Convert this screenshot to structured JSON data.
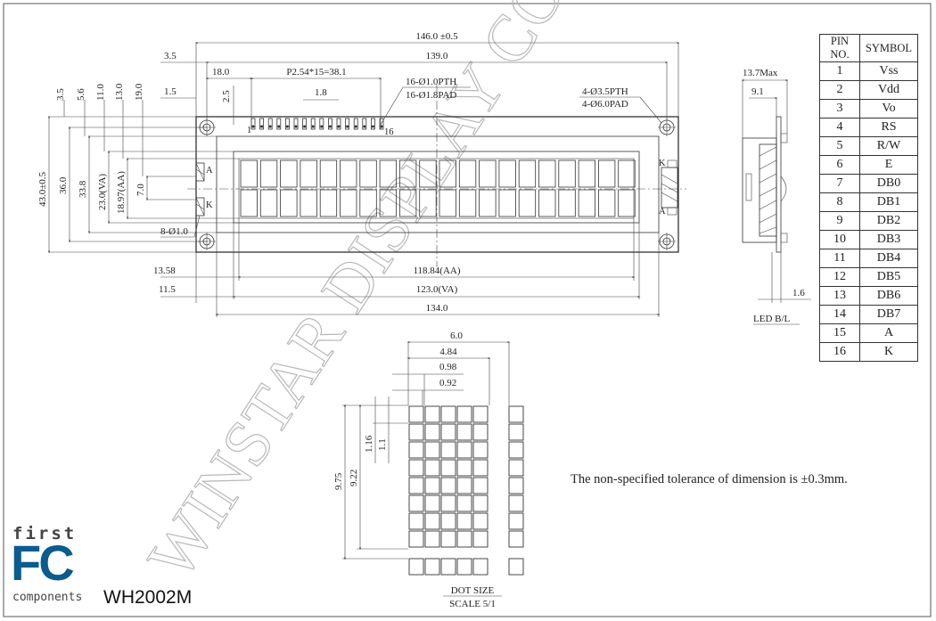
{
  "model": "WH2002M",
  "logo": {
    "line1": "first",
    "line2": "FC",
    "line3": "components",
    "brand_color": "#0b5b8f"
  },
  "watermark": "WINSTAR DISPLAY CO., LTD",
  "tolerance_note": "The non-specified tolerance of dimension is  ±0.3mm.",
  "front_view": {
    "dims": {
      "overall_width": "146.0 ±0.5",
      "mounting_width": "139.0",
      "left_offset": "3.5",
      "pin_offset": "18.0",
      "pin_pitch": "P2.54*15=38.1",
      "hole_offset": "1.5",
      "pin_row_h": "2.5",
      "pin_pad": "1.8",
      "pth": "16-Ø1.0PTH",
      "pad": "16-Ø1.8PAD",
      "pin_first": "1",
      "pin_last": "16",
      "mount_pth": "4-Ø3.5PTH",
      "mount_pad": "4-Ø6.0PAD",
      "v_3_5": "3.5",
      "v_5_6": "5.6",
      "v_11_0": "11.0",
      "v_13_0": "13.0",
      "v_19_0": "19.0",
      "overall_height": "43.0±0.5",
      "h_36": "36.0",
      "h_33_8": "33.8",
      "h_va": "23.0(VA)",
      "h_aa": "18.97(AA)",
      "h_7": "7.0",
      "led_holes": "8-Ø1.0",
      "aa_offset": "13.58",
      "va_offset": "11.5",
      "aa_width": "118.84(AA)",
      "va_width": "123.0(VA)",
      "bezel_width": "134.0",
      "label_a": "A",
      "label_k": "K"
    }
  },
  "side_view": {
    "max_thickness": "13.7Max",
    "pcb_offset": "9.1",
    "pcb_thick": "1.6",
    "led_label": "LED B/L"
  },
  "dot_detail": {
    "char_w": "6.0",
    "dots_w": "4.84",
    "dot_pitch": "0.98",
    "dot_w": "0.92",
    "char_h": "9.75",
    "dots_h": "9.22",
    "dot_pitch_v": "1.16",
    "dot_h": "1.1",
    "caption1": "DOT SIZE",
    "caption2": "SCALE 5/1"
  },
  "pin_table": {
    "headers": [
      "PIN NO.",
      "SYMBOL"
    ],
    "rows": [
      [
        "1",
        "Vss"
      ],
      [
        "2",
        "Vdd"
      ],
      [
        "3",
        "Vo"
      ],
      [
        "4",
        "RS"
      ],
      [
        "5",
        "R/W"
      ],
      [
        "6",
        "E"
      ],
      [
        "7",
        "DB0"
      ],
      [
        "8",
        "DB1"
      ],
      [
        "9",
        "DB2"
      ],
      [
        "10",
        "DB3"
      ],
      [
        "11",
        "DB4"
      ],
      [
        "12",
        "DB5"
      ],
      [
        "13",
        "DB6"
      ],
      [
        "14",
        "DB7"
      ],
      [
        "15",
        "A"
      ],
      [
        "16",
        "K"
      ]
    ]
  }
}
